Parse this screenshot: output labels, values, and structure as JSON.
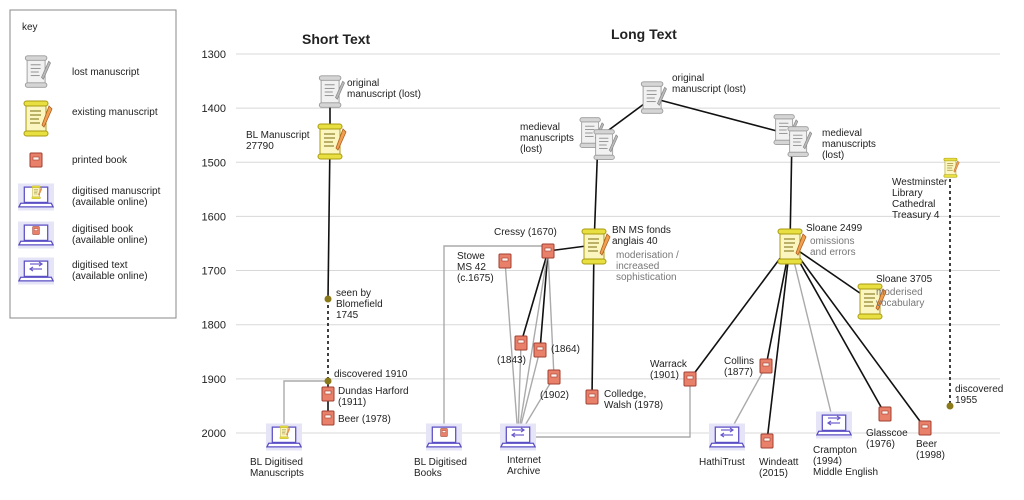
{
  "key": {
    "title": "key",
    "items": [
      {
        "type": "lost",
        "label": [
          "lost manuscript"
        ]
      },
      {
        "type": "existing",
        "label": [
          "existing manuscript"
        ]
      },
      {
        "type": "book",
        "label": [
          "printed book"
        ]
      },
      {
        "type": "digi-ms",
        "label": [
          "digitised manuscript",
          "(available online)"
        ]
      },
      {
        "type": "digi-book",
        "label": [
          "digitised book",
          "(available online)"
        ]
      },
      {
        "type": "digi-text",
        "label": [
          "digitised text",
          "(available online)"
        ]
      }
    ]
  },
  "headings": {
    "short": "Short Text",
    "long": "Long Text"
  },
  "axis": {
    "ticks": [
      1300,
      1400,
      1500,
      1600,
      1700,
      1800,
      1900,
      2000
    ]
  },
  "nodes": [
    {
      "id": "st-orig",
      "type": "lost",
      "label": [
        "original",
        "manuscript (lost)"
      ]
    },
    {
      "id": "bl27790",
      "type": "existing",
      "label": [
        "BL Manuscript",
        "27790"
      ]
    },
    {
      "id": "blomefield",
      "type": "dot",
      "label": [
        "seen by",
        "Blomefield",
        "1745"
      ]
    },
    {
      "id": "disc1910",
      "type": "dot",
      "label": [
        "discovered 1910"
      ]
    },
    {
      "id": "dundas",
      "type": "book",
      "label": [
        "Dundas Harford",
        "(1911)"
      ]
    },
    {
      "id": "beer1978",
      "type": "book",
      "label": [
        "Beer (1978)"
      ]
    },
    {
      "id": "bldm",
      "type": "digi-ms",
      "label": [
        "BL Digitised",
        "Manuscripts"
      ]
    },
    {
      "id": "lt-orig",
      "type": "lost",
      "label": [
        "original",
        "manuscript (lost)"
      ]
    },
    {
      "id": "med-l",
      "type": "lost2",
      "label": [
        "medieval",
        "manuscripts",
        "(lost)"
      ]
    },
    {
      "id": "med-r",
      "type": "lost2",
      "label": [
        "medieval",
        "manuscripts",
        "(lost)"
      ]
    },
    {
      "id": "bnms",
      "type": "existing",
      "label": [
        "BN MS fonds",
        "anglais 40"
      ],
      "note": [
        "moderisation /",
        "increased",
        "sophistication"
      ]
    },
    {
      "id": "cressy",
      "type": "book",
      "label": [
        "Cressy (1670)"
      ]
    },
    {
      "id": "stowe",
      "type": "book",
      "label": [
        "Stowe",
        "MS 42",
        "(c.1675)"
      ]
    },
    {
      "id": "b1843",
      "type": "book",
      "label": [
        "(1843)"
      ]
    },
    {
      "id": "b1864",
      "type": "book",
      "label": [
        "(1864)"
      ]
    },
    {
      "id": "b1902",
      "type": "book",
      "label": [
        "(1902)"
      ]
    },
    {
      "id": "colledge",
      "type": "book",
      "label": [
        "Colledge,",
        "Walsh (1978)"
      ]
    },
    {
      "id": "bldb",
      "type": "digi-book",
      "label": [
        "BL Digitised",
        "Books"
      ]
    },
    {
      "id": "ia",
      "type": "digi-text",
      "label": [
        "Internet",
        "Archive"
      ]
    },
    {
      "id": "sloane2499",
      "type": "existing",
      "label": [
        "Sloane 2499"
      ],
      "note": [
        "omissions",
        "and errors"
      ]
    },
    {
      "id": "sloane3705",
      "type": "existing",
      "label": [
        "Sloane 3705"
      ],
      "note": [
        "moderised",
        "vocabulary"
      ]
    },
    {
      "id": "warrack",
      "type": "book",
      "label": [
        "Warrack",
        "(1901)"
      ]
    },
    {
      "id": "collins",
      "type": "book",
      "label": [
        "Collins",
        "(1877)"
      ]
    },
    {
      "id": "windeatt",
      "type": "book",
      "label": [
        "Windeatt",
        "(2015)"
      ]
    },
    {
      "id": "hathi",
      "type": "digi-text",
      "label": [
        "HathiTrust"
      ]
    },
    {
      "id": "crampton",
      "type": "digi-text",
      "label": [
        "Crampton",
        "(1994)",
        "Middle English"
      ]
    },
    {
      "id": "glasscoe",
      "type": "book",
      "label": [
        "Glasscoe",
        "(1976)"
      ]
    },
    {
      "id": "beer1998",
      "type": "book",
      "label": [
        "Beer",
        "(1998)"
      ]
    },
    {
      "id": "westminster",
      "type": "existing-small",
      "label": [
        "Westminster",
        "Library",
        "Cathedral",
        "Treasury 4"
      ]
    },
    {
      "id": "disc1955",
      "type": "dot",
      "label": [
        "discovered",
        "1955"
      ]
    }
  ],
  "colors": {
    "grid": "#d8d8d8",
    "line": "#111111",
    "grey_line": "#aaaaaa",
    "book": "#e9806a",
    "scroll_yellow": "#e8e040",
    "scroll_grey": "#dcdcdc",
    "digi": "#6a5acd",
    "dot": "#8a7a1a"
  }
}
